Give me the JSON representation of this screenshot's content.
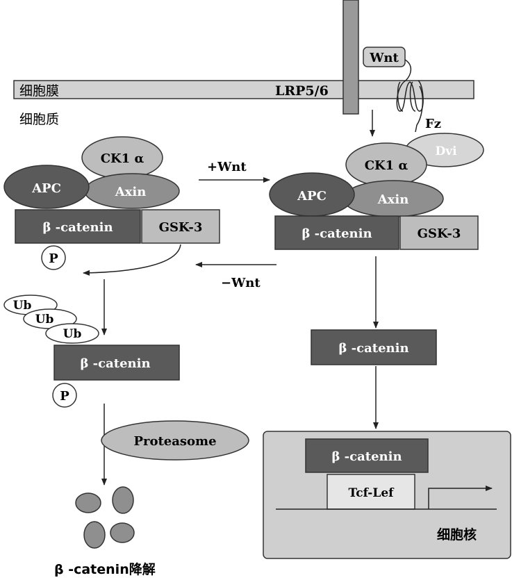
{
  "membrane": {
    "name": "细胞膜",
    "receptor": "LRP5/6",
    "ligand": "Wnt",
    "frizzled": "Fz"
  },
  "cytoplasm_label": "细胞质",
  "nucleus_label": "细胞核",
  "complex_left": {
    "ck1": "CK1 α",
    "apc": "APC",
    "axin": "Axin",
    "beta_catenin": "β -catenin",
    "gsk3": "GSK-3",
    "phospho": "P"
  },
  "complex_right": {
    "ck1": "CK1 α",
    "dvl": "Dvi",
    "apc": "APC",
    "axin": "Axin",
    "beta_catenin": "β -catenin",
    "gsk3": "GSK-3"
  },
  "arrows": {
    "plus_wnt": "+Wnt",
    "minus_wnt": "−Wnt"
  },
  "degradation": {
    "ub1": "Ub",
    "ub2": "Ub",
    "ub3": "Ub",
    "beta_catenin": "β -catenin",
    "phospho": "P",
    "proteasome": "Proteasome",
    "result": "β -catenin降解"
  },
  "free_beta_catenin": "β -catenin",
  "nuclear": {
    "beta_catenin": "β -catenin",
    "tcf": "Tcf-Lef"
  },
  "colors": {
    "dark": "#5a5a5a",
    "mid": "#8f8f8f",
    "light": "#bdbdbd",
    "pale": "#d6d6d6",
    "nucleus_bg": "#cfcfcf"
  }
}
